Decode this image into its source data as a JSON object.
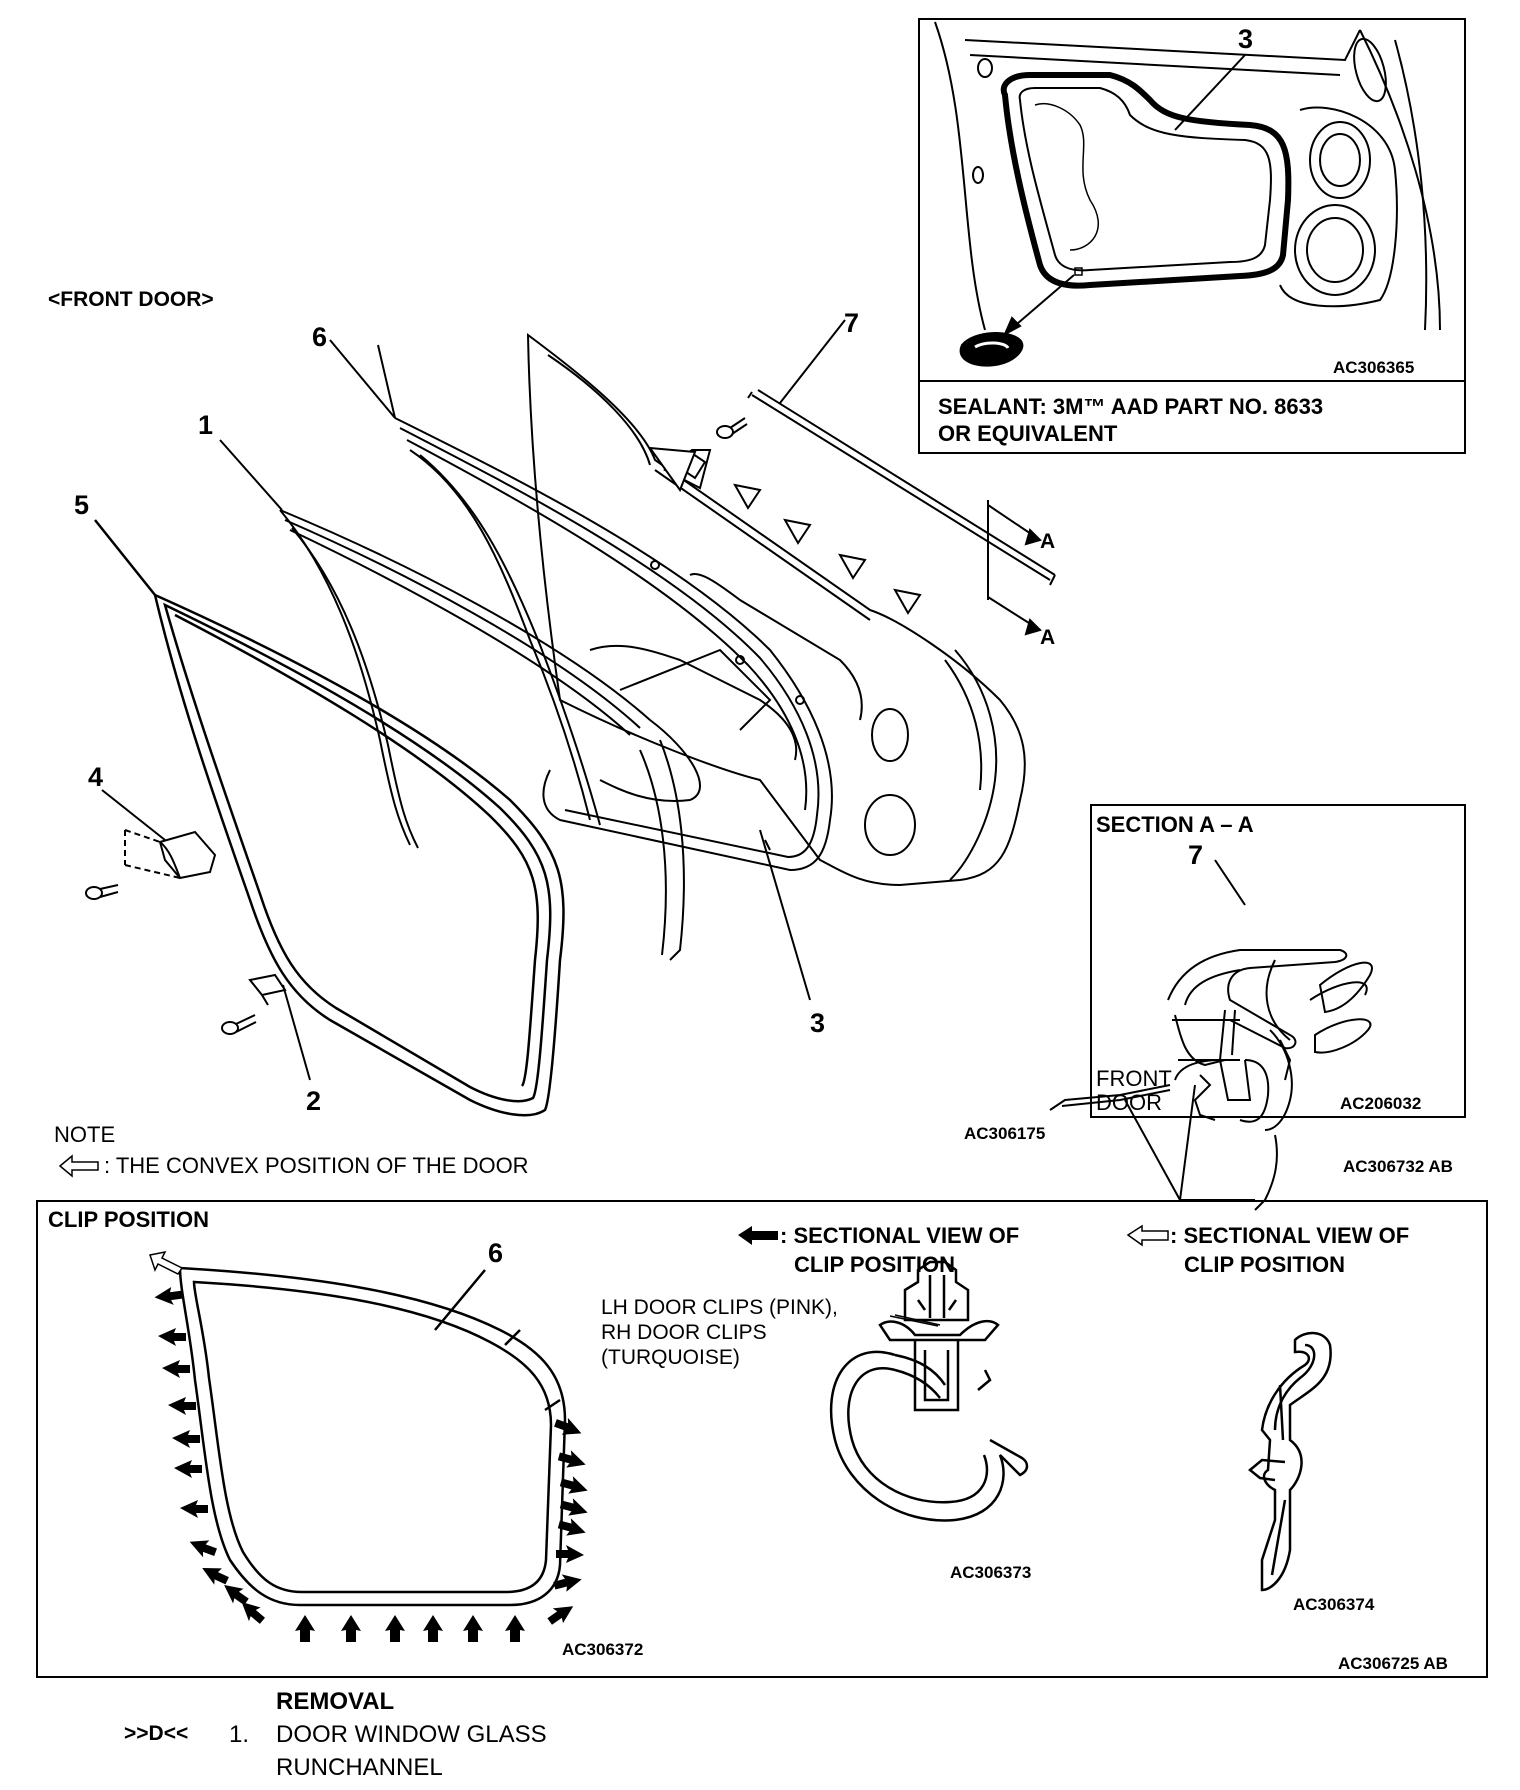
{
  "front_door_label": "<FRONT DOOR>",
  "callouts": {
    "c1": "1",
    "c2": "2",
    "c3_main": "3",
    "c3_inset": "3",
    "c4": "4",
    "c5": "5",
    "c6_main": "6",
    "c6_clip": "6",
    "c7_main": "7",
    "c7_section": "7",
    "section_arrow_top": "A",
    "section_arrow_bottom": "A"
  },
  "sealant_inset": {
    "code": "AC306365",
    "text_line1": "SEALANT: 3M™ AAD PART NO. 8633",
    "text_line2": "OR EQUIVALENT"
  },
  "section_aa": {
    "title": "SECTION A – A",
    "front_door_line1": "FRONT",
    "front_door_line2": "DOOR",
    "code": "AC206032"
  },
  "main_diagram": {
    "code": "AC306175",
    "note_title": "NOTE",
    "note_text": ": THE CONVEX POSITION OF THE DOOR",
    "figure_code": "AC306732 AB"
  },
  "clip_panel": {
    "title": "CLIP POSITION",
    "legend_solid_line1": ": SECTIONAL VIEW OF",
    "legend_solid_line2": "CLIP POSITION",
    "legend_hollow_line1": ": SECTIONAL VIEW OF",
    "legend_hollow_line2": "CLIP POSITION",
    "clip_note_line1": "LH DOOR CLIPS (PINK),",
    "clip_note_line2": "RH DOOR CLIPS",
    "clip_note_line3": "(TURQUOISE)",
    "code_outline": "AC306372",
    "code_solid_section": "AC306373",
    "code_hollow_section": "AC306374",
    "figure_code": "AC306725 AB"
  },
  "removal": {
    "heading": "REMOVAL",
    "marker": ">>D<<",
    "number": "1.",
    "item_line1": "DOOR WINDOW GLASS",
    "item_line2": "RUNCHANNEL"
  }
}
